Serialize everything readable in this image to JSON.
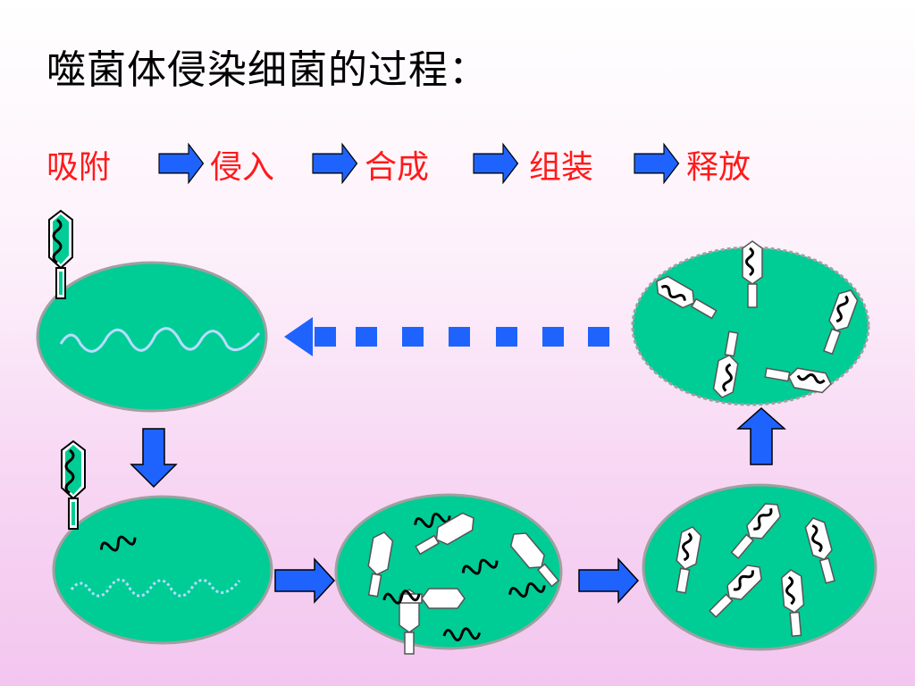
{
  "title": "噬菌体侵染细菌的过程：",
  "steps": [
    "吸附",
    "侵入",
    "合成",
    "组装",
    "释放"
  ],
  "colors": {
    "cell_fill": "#00cc96",
    "cell_stroke": "#9a9a9a",
    "arrow_blue": "#1f63ff",
    "step_text": "#ff1a1a",
    "dna": "#000000",
    "host_dna": "#a8d4ff"
  }
}
